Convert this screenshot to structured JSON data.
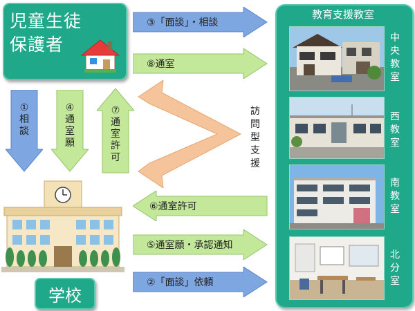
{
  "guardian": {
    "title": "児童生徒保護者"
  },
  "center": {
    "title": "教育支援教室",
    "rooms": [
      {
        "label": "中央教室"
      },
      {
        "label": "西教室"
      },
      {
        "label": "南教室"
      },
      {
        "label": "北分室"
      }
    ]
  },
  "school": {
    "label": "学校"
  },
  "visit": {
    "label": "訪問型支援"
  },
  "arrows": {
    "a1": "①相談",
    "a2": "②「面談」依頼",
    "a3": "③「面談」・相談",
    "a4": "④通室願",
    "a5": "⑤通室願・承認通知",
    "a6": "⑥通室許可",
    "a7": "⑦通室許可",
    "a8": "⑧通室"
  },
  "colors": {
    "panel": "#1fa88a",
    "arrow_blue": "#7ea6e0",
    "arrow_green": "#c3e89a",
    "arrow_orange": "#f5c49b"
  }
}
